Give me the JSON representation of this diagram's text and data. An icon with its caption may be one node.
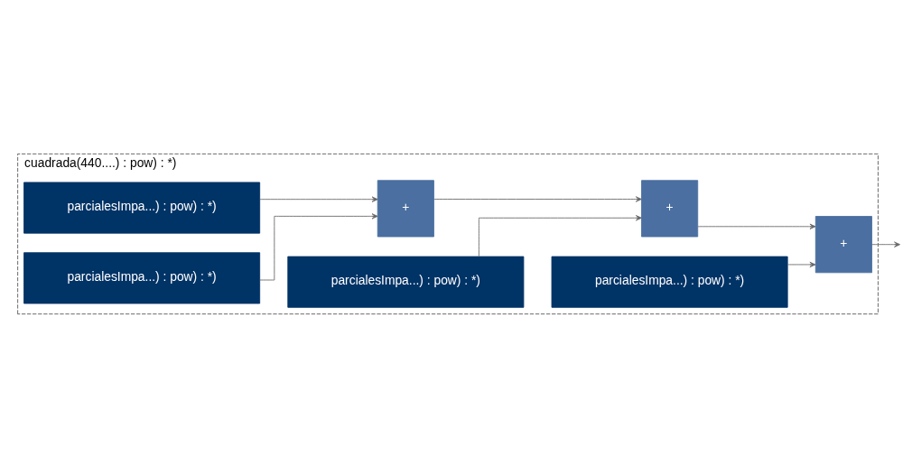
{
  "diagram": {
    "nodes": [
      {
        "text": [
          "cuadrada(440....) : pow) : *)"
        ]
      },
      {
        "text": [
          "parcialesImpa...) : pow) : *)"
        ],
        "in": 0
      },
      {
        "text": [
          "parcialesImpa...) : pow) : *)"
        ],
        "in": 0
      },
      {
        "text": [
          "parcialesImpa...) : pow) : *)"
        ],
        "in": 0
      },
      {
        "text": [
          "parcialesImpa...) : pow) : *)"
        ],
        "in": 0
      },
      {
        "text": [
          "+"
        ],
        "in": 0
      },
      {
        "text": [
          "+"
        ],
        "in": 0
      },
      {
        "text": [
          "+"
        ],
        "in": 0
      }
    ],
    "edges": [
      {
        "from": 1,
        "to": 5,
        "arrow": "to"
      },
      {
        "from": 2,
        "to": 5,
        "arrow": "to"
      },
      {
        "from": 5,
        "to": 6,
        "arrow": "to"
      },
      {
        "from": 3,
        "to": 6,
        "arrow": "to"
      },
      {
        "from": 6,
        "to": 7,
        "arrow": "to"
      },
      {
        "from": 4,
        "to": 7,
        "arrow": "to"
      },
      {
        "from": 7,
        "to": null,
        "arrow": "to"
      }
    ]
  }
}
